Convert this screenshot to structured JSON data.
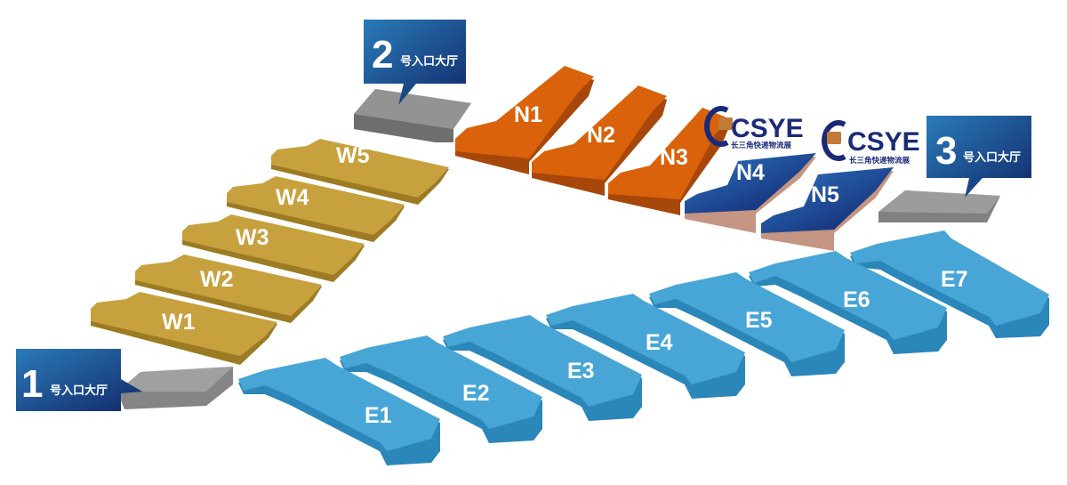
{
  "entrances": [
    {
      "id": "1",
      "number": "1",
      "text": "号入口大厅"
    },
    {
      "id": "2",
      "number": "2",
      "text": "号入口大厅"
    },
    {
      "id": "3",
      "number": "3",
      "text": "号入口大厅"
    }
  ],
  "halls": {
    "west": [
      "W1",
      "W2",
      "W3",
      "W4",
      "W5"
    ],
    "north": [
      "N1",
      "N2",
      "N3",
      "N4",
      "N5"
    ],
    "east": [
      "E1",
      "E2",
      "E3",
      "E4",
      "E5",
      "E6",
      "E7"
    ]
  },
  "logo": {
    "brand": "CSYE",
    "subtitle": "长三角快递物流展"
  },
  "colors": {
    "west_top": "#c7a13e",
    "west_side": "#9c7b22",
    "north_top": "#d9620a",
    "north_side": "#a8470a",
    "csye_top": "#1f5aa8",
    "csye_side": "#c49582",
    "east_top": "#48a6d6",
    "east_side": "#2b86ba",
    "lobby": "#8f8f8f",
    "callout": "#1a4f96",
    "logo": "#1b2a78"
  }
}
